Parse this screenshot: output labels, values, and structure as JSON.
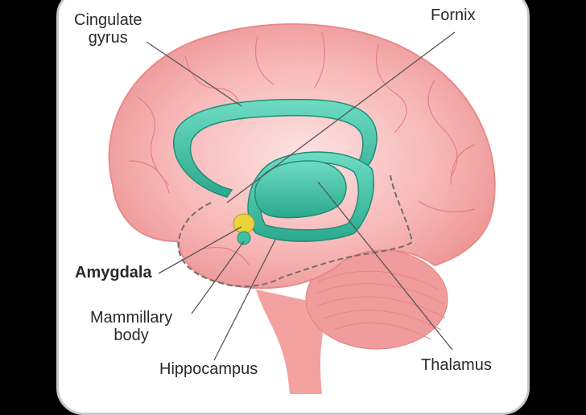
{
  "labels": {
    "cingulate_gyrus": [
      "Cingulate",
      "gyrus"
    ],
    "fornix": "Fornix",
    "amygdala": "Amygdala",
    "mammillary_body": [
      "Mammillary",
      "body"
    ],
    "hippocampus": "Hippocampus",
    "thalamus": "Thalamus"
  },
  "colors": {
    "brain": "#f4a3a3",
    "limbic": "#3ebfa3",
    "amygdala": "#e8d23a",
    "background": "#000000",
    "panel": "#ffffff"
  }
}
